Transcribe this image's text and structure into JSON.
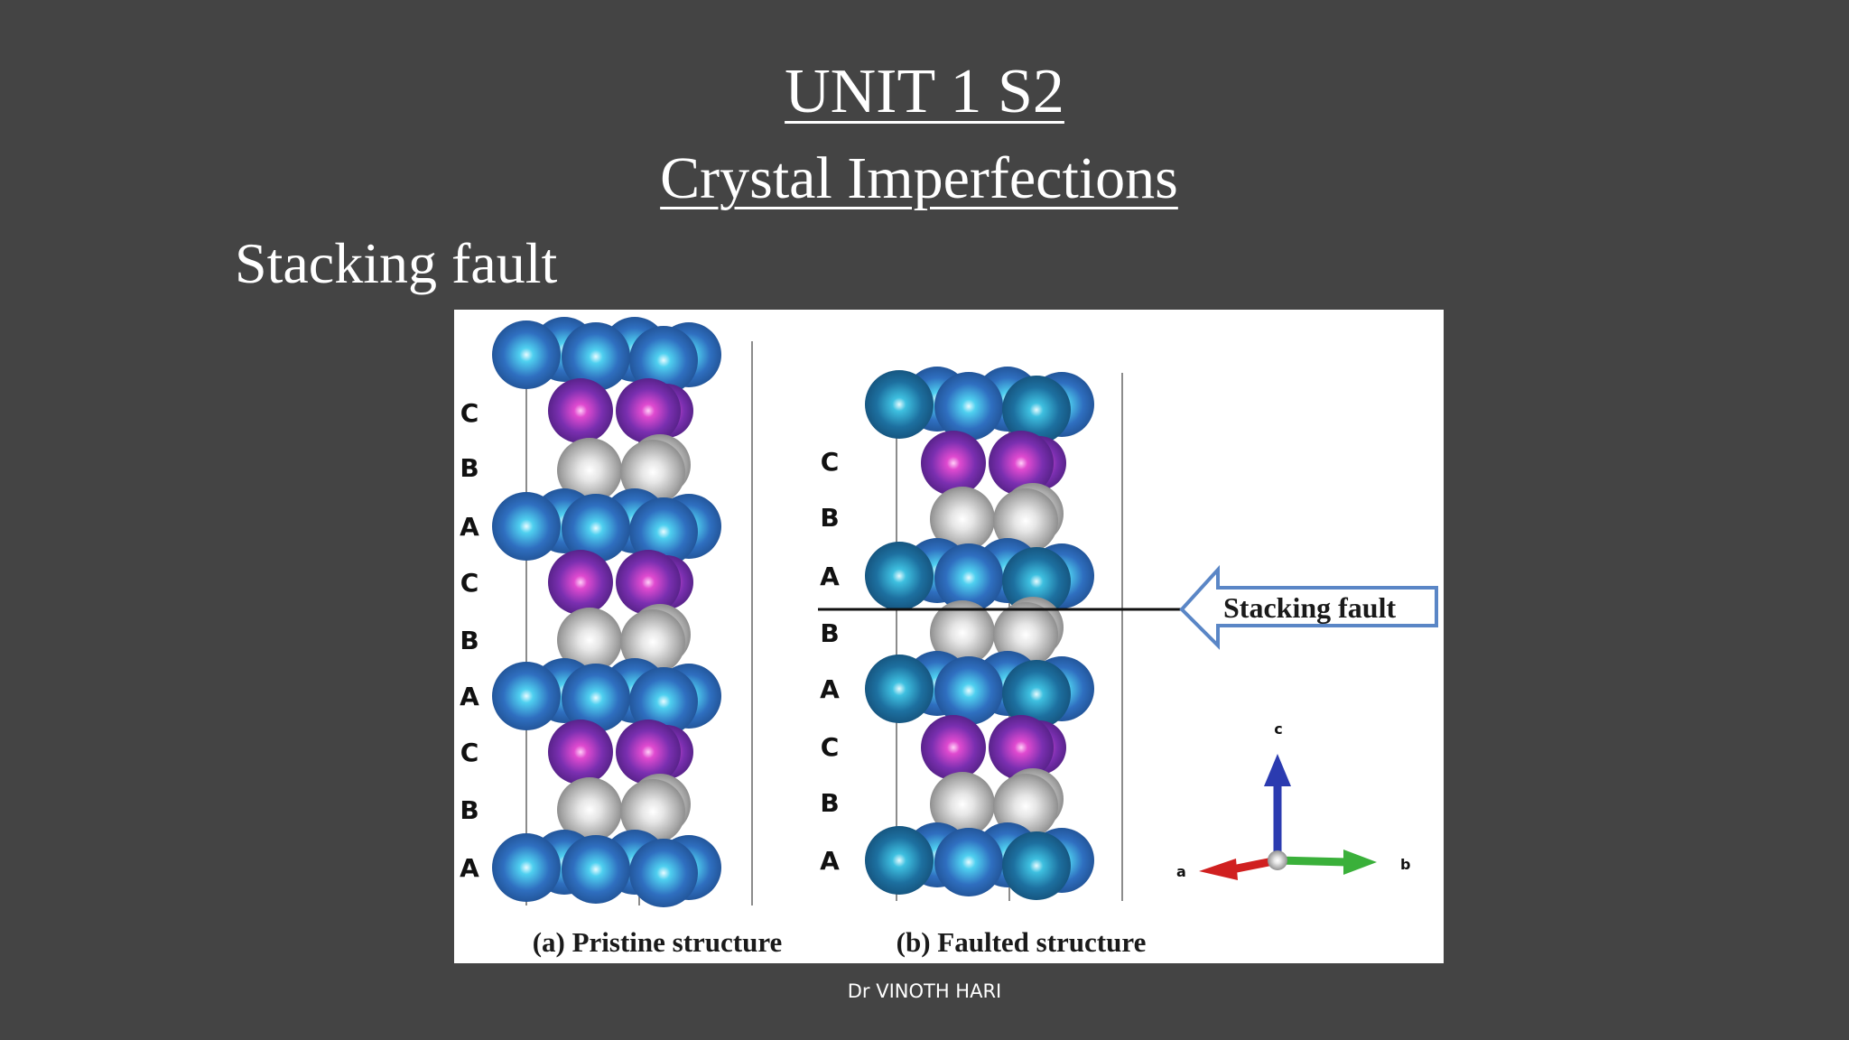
{
  "slide": {
    "title": "UNIT 1 S2",
    "subtitle": "Crystal Imperfections",
    "heading": "Stacking fault",
    "footer": "Dr VINOTH HARI"
  },
  "figure": {
    "pristine": {
      "caption": "(a) Pristine structure",
      "layers": [
        "C",
        "B",
        "A",
        "C",
        "B",
        "A",
        "C",
        "B",
        "A"
      ]
    },
    "faulted": {
      "caption": "(b) Faulted structure",
      "layers": [
        "C",
        "B",
        "A",
        "B",
        "A",
        "C",
        "B",
        "A"
      ]
    },
    "fault_label": "Stacking fault",
    "axes": {
      "c": "c",
      "a": "a",
      "b": "b"
    },
    "colors": {
      "A": "#2f6fc0",
      "B": "#b8b8b8",
      "C": "#7a2fb0",
      "axis_c": "#2b3bb0",
      "axis_a": "#d02020",
      "axis_b": "#3ab03a"
    }
  }
}
